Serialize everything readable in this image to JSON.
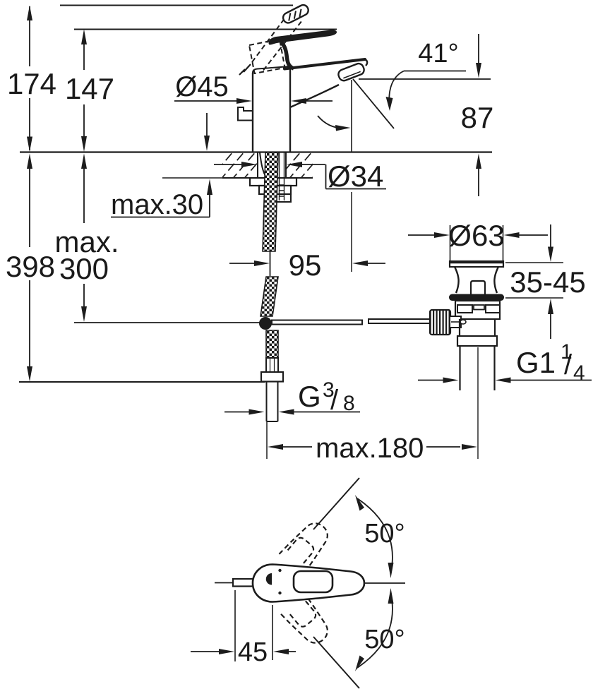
{
  "dims": {
    "total_height": "174",
    "handle_height": "147",
    "body_diameter": "Ø45",
    "spout_angle": "41°",
    "outlet_height": "87",
    "hole_diameter": "Ø34",
    "deck_thickness": "max.30",
    "below_deck_depth": "398",
    "rod_length_line1": "max.",
    "rod_length_line2": "300",
    "spout_reach": "95",
    "flange_diameter": "Ø63",
    "basin_thickness": "35-45",
    "waste_thread": {
      "base": "G1",
      "sup": "1",
      "slash": "/",
      "sub": "4"
    },
    "hose_thread": {
      "base": "G",
      "sup": "3",
      "slash": "/",
      "sub": "8"
    },
    "center_distance": "max.180",
    "swing_angle_upper": "50°",
    "swing_angle_lower": "50°",
    "handle_center_offset": "45"
  },
  "colors": {
    "line": "#1c1c1c",
    "background": "#ffffff"
  }
}
